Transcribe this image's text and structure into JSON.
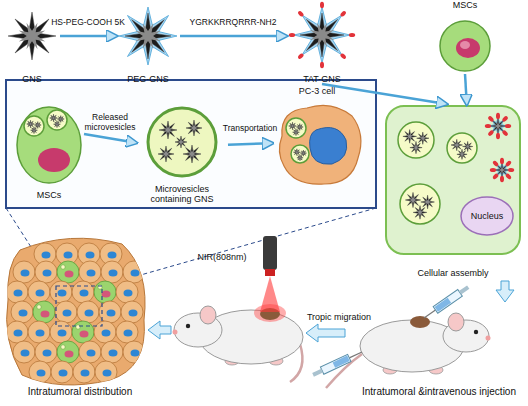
{
  "diagram": {
    "nodes": [
      {
        "text": [
          "GNS"
        ]
      },
      {
        "text": [
          "PEG-GNS"
        ]
      },
      {
        "text": [
          "TAT-GNS"
        ]
      },
      {
        "text": [
          "MSCs"
        ]
      },
      {
        "text": [
          "MSCs"
        ]
      },
      {
        "text": [
          "Microvesicles containing GNS"
        ]
      },
      {
        "text": [
          "PC-3 cell"
        ]
      },
      {
        "text": [
          "Cellular assembly"
        ]
      },
      {
        "text": [
          "Nucleus"
        ],
        "in": 7
      }
    ],
    "edges": [
      {
        "from": 0,
        "to": 1,
        "arrow": "to",
        "label": "HS-PEG-COOH 5K"
      },
      {
        "from": 1,
        "to": 2,
        "arrow": "to",
        "label": "YGRKKRRQRRR-NH2"
      },
      {
        "from": 2,
        "to": 7,
        "arrow": "to"
      },
      {
        "from": 3,
        "to": 7,
        "arrow": "to"
      },
      {
        "from": 4,
        "to": 5,
        "arrow": "to",
        "label": "Released microvesicles"
      },
      {
        "from": 5,
        "to": 6,
        "arrow": "to",
        "label": "Transportation"
      }
    ],
    "labels": [
      "NIR(808nm)",
      "Tropic migration",
      "Intratumoral distribution",
      "Intratumoral &intravenous injection"
    ]
  }
}
